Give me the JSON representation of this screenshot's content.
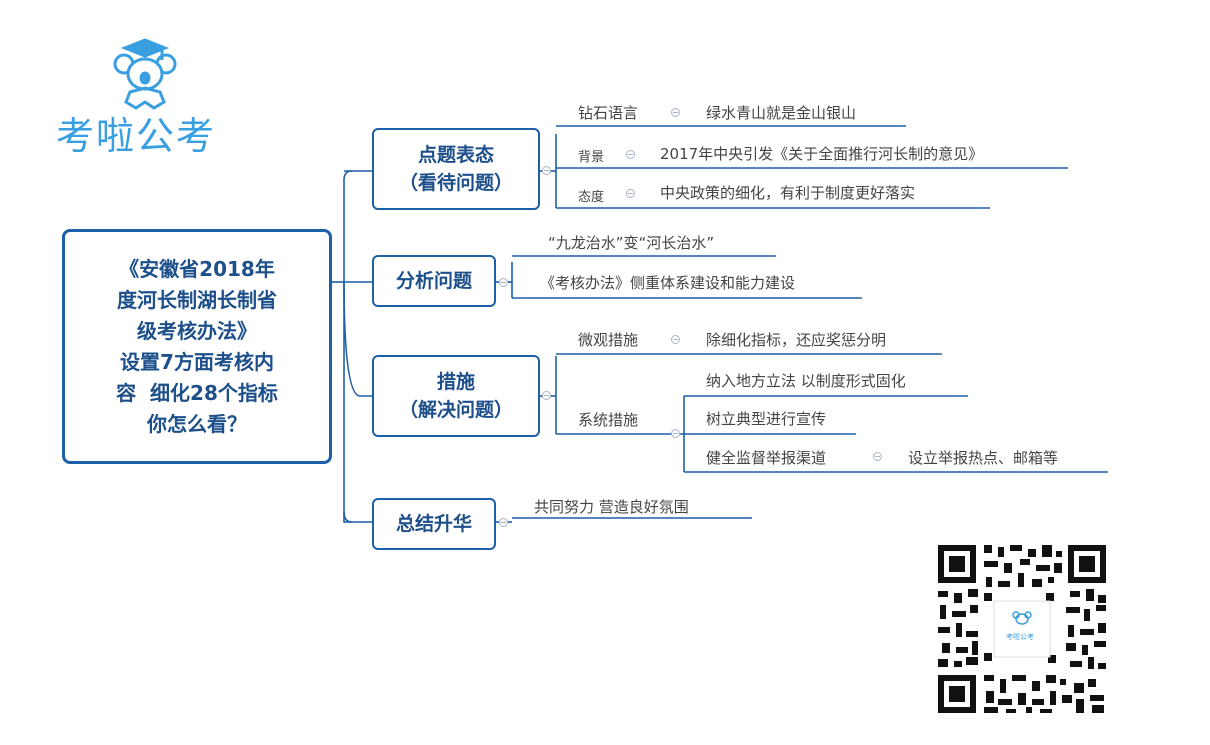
{
  "logo": {
    "text": "考啦公考",
    "icon": "koala-graduate-mascot-icon",
    "color": "#3a9fe0"
  },
  "root": {
    "lines": [
      "《安徽省2018年",
      "度河长制湖长制省",
      "级考核办法》",
      "设置7方面考核内",
      "容  细化28个指标",
      "你怎么看？"
    ]
  },
  "branches": [
    {
      "lines": [
        "点题表态",
        "（看待问题）"
      ],
      "children": [
        {
          "label": "钻石语言",
          "value": "绿水青山就是金山银山"
        },
        {
          "label": "背景",
          "value": "2017年中央引发《关于全面推行河长制的意见》"
        },
        {
          "label": "态度",
          "value": "中央政策的细化，有利于制度更好落实"
        }
      ]
    },
    {
      "lines": [
        "分析问题"
      ],
      "children": [
        {
          "value": "“九龙治水”变“河长治水”"
        },
        {
          "value": "《考核办法》侧重体系建设和能力建设"
        }
      ]
    },
    {
      "lines": [
        "措施",
        "（解决问题）"
      ],
      "children": [
        {
          "label": "微观措施",
          "value": "除细化指标，还应奖惩分明"
        },
        {
          "label": "系统措施",
          "children": [
            {
              "value": "纳入地方立法 以制度形式固化"
            },
            {
              "value": "树立典型进行宣传"
            },
            {
              "value": "健全监督举报渠道",
              "child": "设立举报热点、邮箱等"
            }
          ]
        }
      ]
    },
    {
      "lines": [
        "总结升华"
      ],
      "children": [
        {
          "value": "共同努力 营造良好氛围"
        }
      ]
    }
  ],
  "qr": {
    "logo_text": "考啦公考"
  },
  "colors": {
    "box_border": "#1d5fa8",
    "box_text": "#1d4f8a",
    "line": "#1d5fa8",
    "collapse": "#a8b4c4"
  }
}
